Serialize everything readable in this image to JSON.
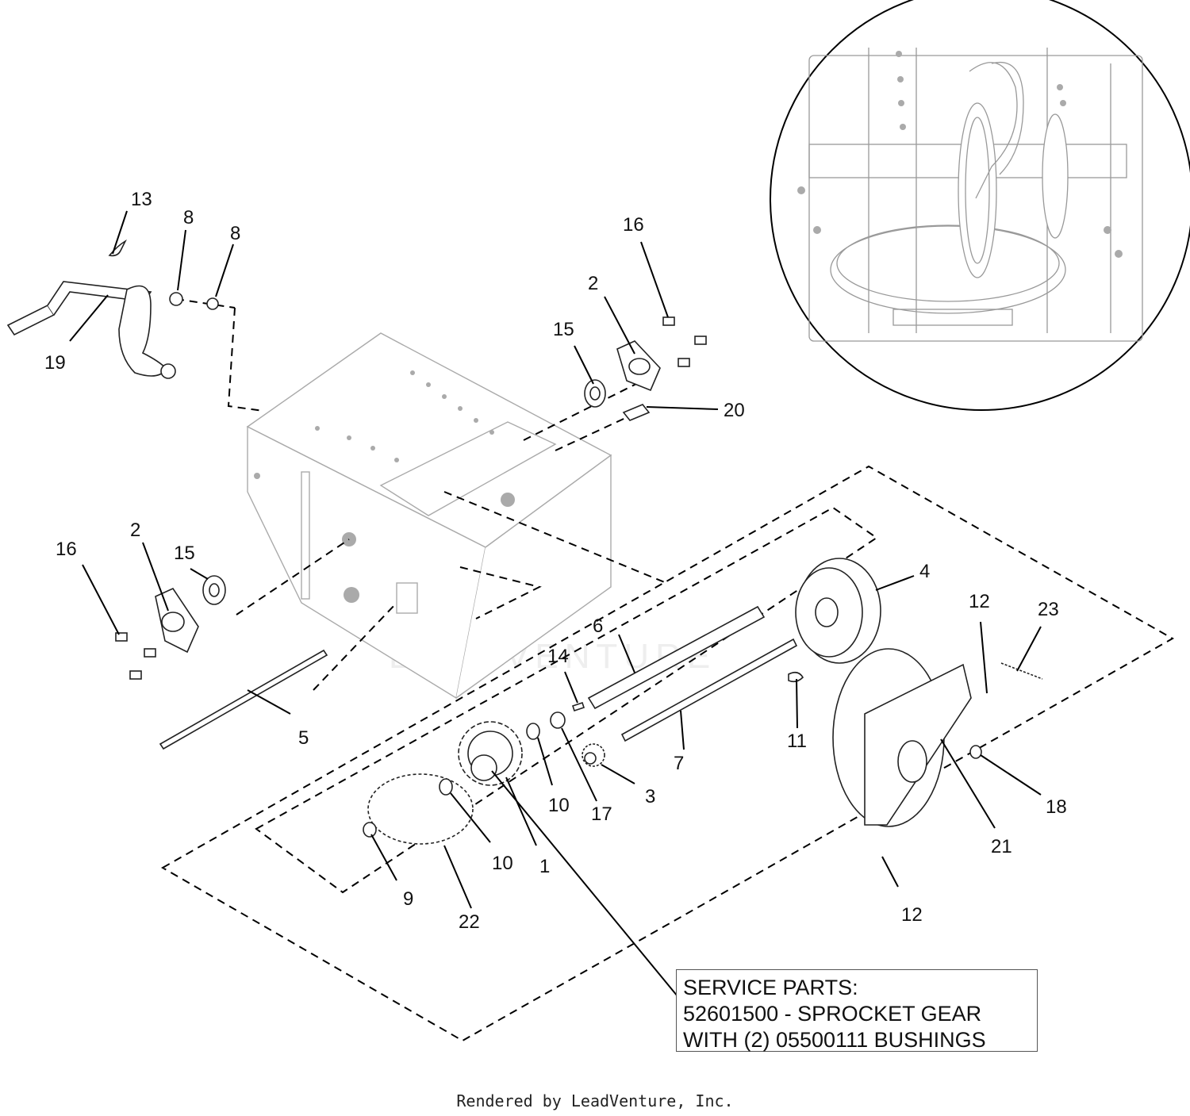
{
  "callouts": {
    "c13": "13",
    "c8a": "8",
    "c8b": "8",
    "c19": "19",
    "c16a": "16",
    "c2a": "2",
    "c15a": "15",
    "c20": "20",
    "c16b": "16",
    "c2b": "2",
    "c15b": "15",
    "c4": "4",
    "c6": "6",
    "c14": "14",
    "c12a": "12",
    "c23": "23",
    "c11": "11",
    "c7": "7",
    "c3": "3",
    "c17": "17",
    "c10a": "10",
    "c10b": "10",
    "c1": "1",
    "c9": "9",
    "c22": "22",
    "c5": "5",
    "c21": "21",
    "c18": "18",
    "c12b": "12"
  },
  "service_note": {
    "line1": "SERVICE PARTS:",
    "line2": "52601500 - SPROCKET GEAR",
    "line3": "WITH (2) 05500111 BUSHINGS"
  },
  "watermark": "LEADVENTURE",
  "footer": "Rendered by LeadVenture, Inc."
}
